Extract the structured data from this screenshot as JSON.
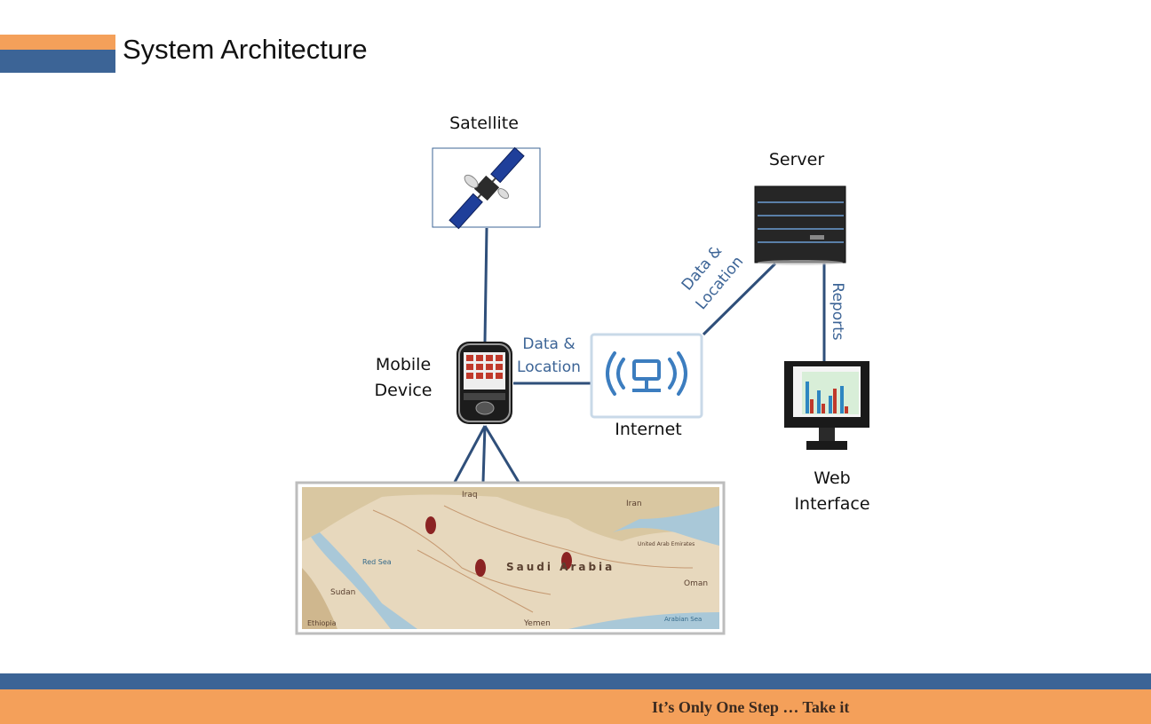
{
  "slide": {
    "title": "System Architecture"
  },
  "nodes": {
    "satellite": "Satellite",
    "server": "Server",
    "mobile_line1": "Mobile",
    "mobile_line2": "Device",
    "internet": "Internet",
    "web_line1": "Web",
    "web_line2": "Interface"
  },
  "edges": {
    "mobile_internet_line1": "Data &",
    "mobile_internet_line2": "Location",
    "internet_server_line1": "Data &",
    "internet_server_line2": "Location",
    "server_web": "Reports"
  },
  "map": {
    "labels": [
      "Iraq",
      "Saudi Arabia",
      "Sudan",
      "Red Sea",
      "Oman",
      "Yemen",
      "Iran",
      "United Arab Emirates",
      "Ethiopia",
      "Arabian Sea"
    ],
    "marker_color": "#8b2323"
  },
  "footer": {
    "tagline": "It’s Only One Step … Take it"
  },
  "colors": {
    "accent_orange": "#f4a05a",
    "accent_blue": "#3c6496",
    "connector": "#2f4f7a"
  }
}
